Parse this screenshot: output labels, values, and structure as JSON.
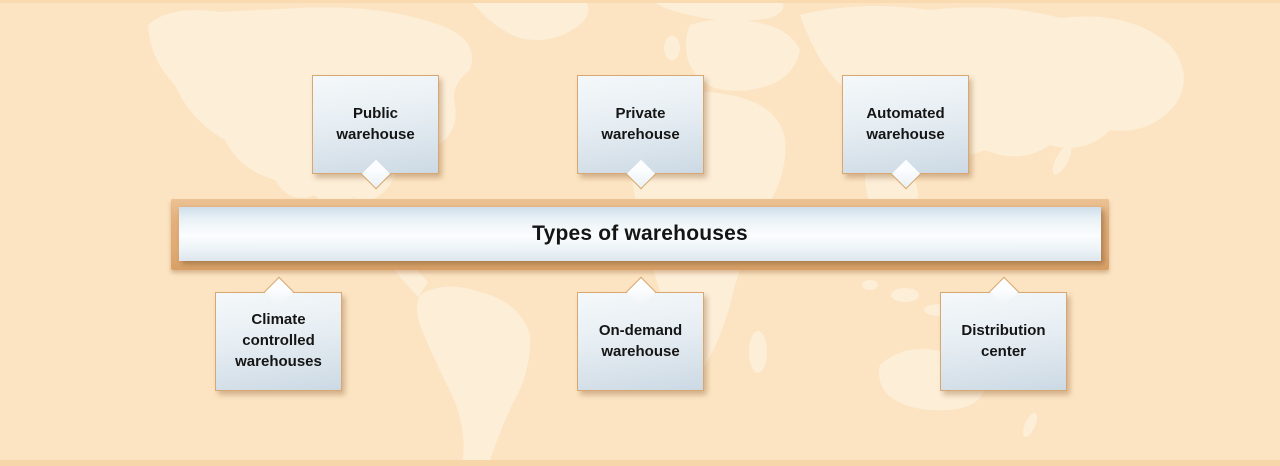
{
  "banner": {
    "title": "Types of warehouses"
  },
  "callouts": [
    {
      "label": "Public warehouse",
      "position": "top"
    },
    {
      "label": "Private warehouse",
      "position": "top"
    },
    {
      "label": "Automated warehouse",
      "position": "top"
    },
    {
      "label": "Climate controlled warehouses",
      "position": "bottom"
    },
    {
      "label": "On-demand warehouse",
      "position": "bottom"
    },
    {
      "label": "Distribution center",
      "position": "bottom"
    }
  ],
  "background": {
    "motif": "faint world map"
  },
  "colors": {
    "page_background": "#fce4c3",
    "map_fill": "#fdeed8",
    "banner_frame": "#e2ad78",
    "panel_top": "#cfdeea",
    "panel_middle": "#fbfdfe",
    "panel_bottom": "#dde7ee",
    "callout_border": "#d9a871",
    "callout_top": "#f4f8fa",
    "callout_bottom": "#ccd9e4",
    "text": "#151515"
  }
}
